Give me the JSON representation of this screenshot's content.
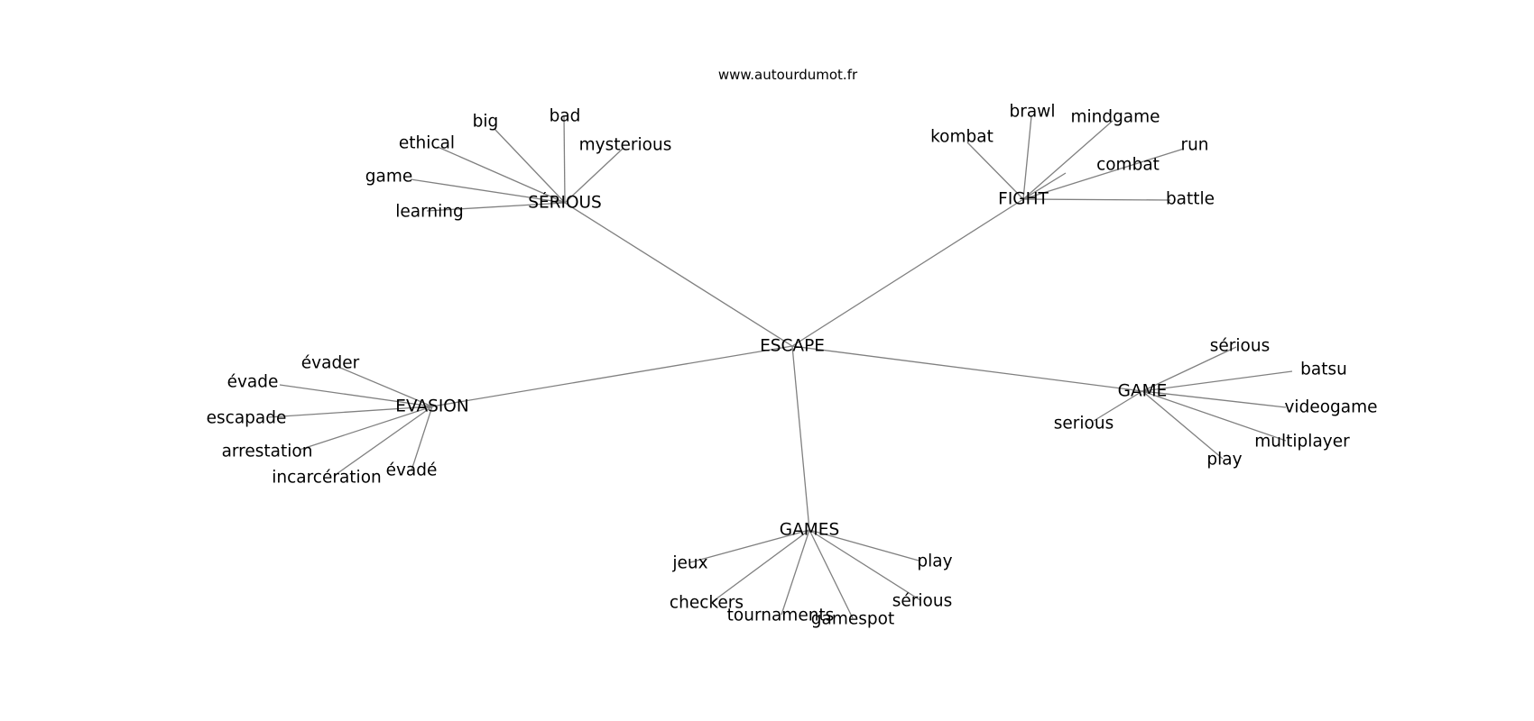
{
  "source": "www.autourdumot.fr",
  "colors": {
    "edge": "#808080",
    "text": "#000000",
    "background": "#ffffff"
  },
  "graph": {
    "root": "ESCAPE",
    "branches": [
      {
        "label": "SÉRIOUS",
        "children": [
          "big",
          "bad",
          "mysterious",
          "ethical",
          "game",
          "learning"
        ]
      },
      {
        "label": "FIGHT",
        "children": [
          "brawl",
          "mindgame",
          "kombat",
          "run",
          "combat",
          "battle"
        ]
      },
      {
        "label": "EVASION",
        "children": [
          "évader",
          "évade",
          "escapade",
          "arrestation",
          "incarcération",
          "évadé"
        ]
      },
      {
        "label": "GAME",
        "children": [
          "sérious",
          "batsu",
          "videogame",
          "serious",
          "multiplayer",
          "play"
        ]
      },
      {
        "label": "GAMES",
        "children": [
          "jeux",
          "play",
          "checkers",
          "sérious",
          "tournaments",
          "gamespot"
        ]
      }
    ]
  }
}
